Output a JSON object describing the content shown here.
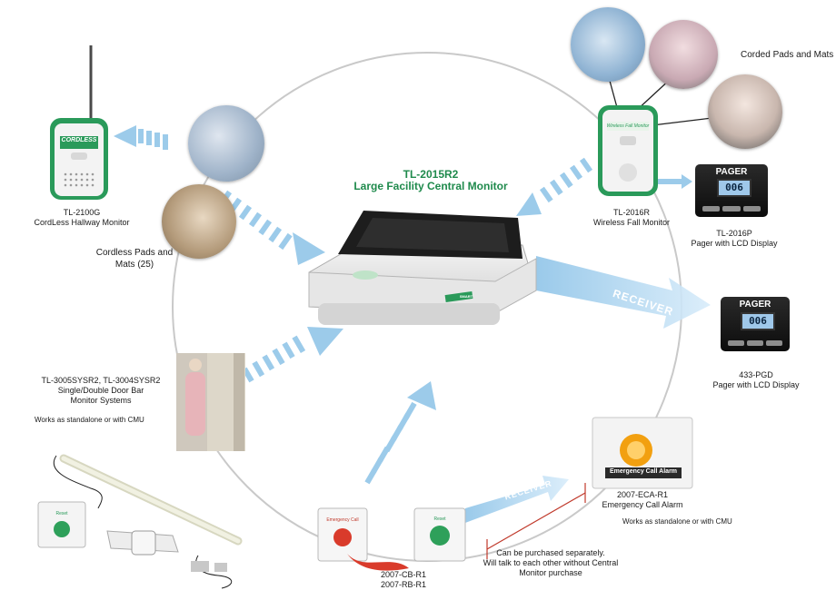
{
  "center": {
    "model": "TL-2015R2",
    "name": "Large Facility Central Monitor"
  },
  "devices": {
    "hallway_monitor": {
      "model": "TL-2100G",
      "name": "CordLess Hallway Monitor",
      "screen_text": "CORDLESS"
    },
    "cordless_pads": {
      "name": "Cordless Pads and Mats (25)"
    },
    "fall_monitor": {
      "model": "TL-2016R",
      "name": "Wireless Fall Monitor",
      "screen_text": "Wireless Fall Monitor"
    },
    "corded_pads": {
      "name": "Corded Pads and Mats"
    },
    "pager_2016p": {
      "model": "TL-2016P",
      "name": "Pager with LCD Display",
      "header": "PAGER",
      "display": "006"
    },
    "pager_433": {
      "model": "433-PGD",
      "name": "Pager with LCD Display",
      "header": "PAGER",
      "display": "006"
    },
    "door_bar": {
      "model": "TL-3005SYSR2, TL-3004SYSR2",
      "name": "Single/Double Door Bar",
      "name2": "Monitor Systems",
      "note": "Works as standalone or with CMU"
    },
    "call_alarm": {
      "model": "2007-ECA-R1",
      "name": "Emergency Call Alarm",
      "note": "Works as standalone or with CMU",
      "sign": "Emergency Call Alarm"
    },
    "buttons": {
      "model1": "2007-CB-R1",
      "model2": "2007-RB-R1",
      "call_label": "Emergency Call",
      "reset_label": "Reset"
    },
    "purchase_note": {
      "line1": "Can be purchased separately.",
      "line2": "Will talk to each other without Central",
      "line3": "Monitor purchase"
    },
    "door_reset_label": "Reset"
  },
  "receiver_label": "RECEIVER",
  "brand_label": "SMART",
  "colors": {
    "title_green": "#1f8a4c",
    "arrow_blue": "#8fc4e8",
    "device_green": "#2a9a5a",
    "line_red": "#c0392b"
  }
}
